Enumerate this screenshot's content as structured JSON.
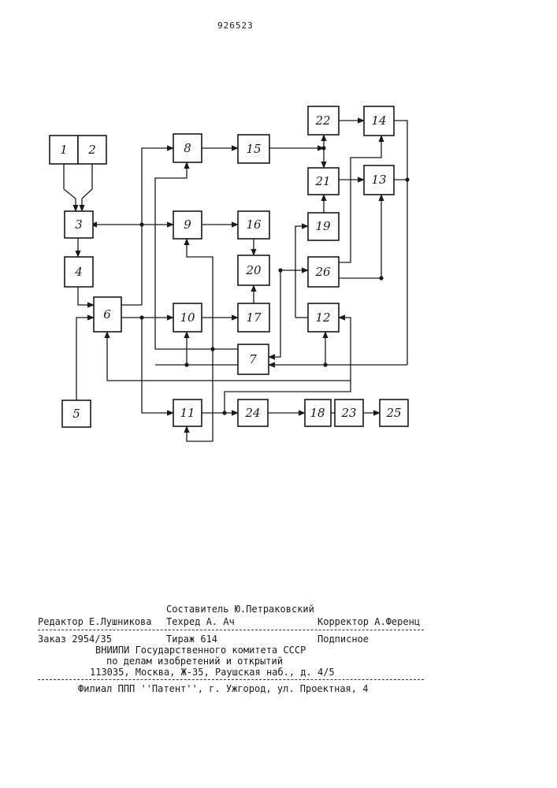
{
  "header": {
    "patent_number": "926523"
  },
  "diagram": {
    "blocks": [
      {
        "id": "b1",
        "label": "1"
      },
      {
        "id": "b2",
        "label": "2"
      },
      {
        "id": "b3",
        "label": "3"
      },
      {
        "id": "b4",
        "label": "4"
      },
      {
        "id": "b5",
        "label": "5"
      },
      {
        "id": "b6",
        "label": "6"
      },
      {
        "id": "b7",
        "label": "7"
      },
      {
        "id": "b8",
        "label": "8"
      },
      {
        "id": "b9",
        "label": "9"
      },
      {
        "id": "b10",
        "label": "10"
      },
      {
        "id": "b11",
        "label": "11"
      },
      {
        "id": "b12",
        "label": "12"
      },
      {
        "id": "b13",
        "label": "13"
      },
      {
        "id": "b14",
        "label": "14"
      },
      {
        "id": "b15",
        "label": "15"
      },
      {
        "id": "b16",
        "label": "16"
      },
      {
        "id": "b17",
        "label": "17"
      },
      {
        "id": "b18",
        "label": "18"
      },
      {
        "id": "b19",
        "label": "19"
      },
      {
        "id": "b20",
        "label": "20"
      },
      {
        "id": "b21",
        "label": "21"
      },
      {
        "id": "b22",
        "label": "22"
      },
      {
        "id": "b23",
        "label": "23"
      },
      {
        "id": "b24",
        "label": "24"
      },
      {
        "id": "b25",
        "label": "25"
      },
      {
        "id": "b26",
        "label": "26"
      }
    ]
  },
  "imprint": {
    "compiler": "Составитель Ю.Петраковский",
    "editor": "Редактор Е.Лушникова",
    "techred": "Техред А. Ач",
    "corrector": "Корректор А.Ференц",
    "order": "Заказ 2954/35",
    "circulation": "Тираж 614",
    "subscription": "Подписное",
    "org_line1": "ВНИИПИ Государственного комитета СССР",
    "org_line2": "по делам изобретений и открытий",
    "address": "113035, Москва, Ж-35, Раушская наб., д. 4/5",
    "branch": "Филиал ППП ''Патент'', г. Ужгород, ул. Проектная, 4"
  }
}
